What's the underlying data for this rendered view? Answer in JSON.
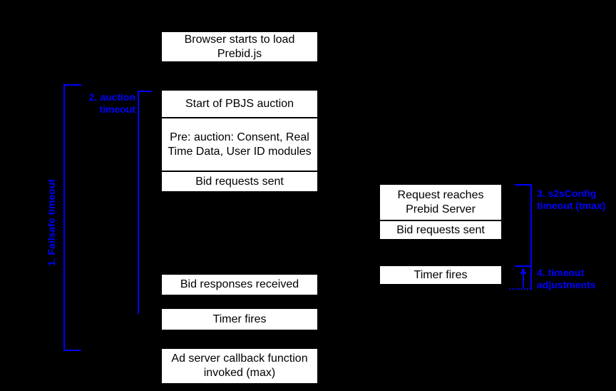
{
  "colors": {
    "background": "#000000",
    "box_background": "#ffffff",
    "box_text": "#000000",
    "box_divider": "#000000",
    "annotation_blue": "#0000ff"
  },
  "left_timeline": {
    "browser_load": "Browser starts to load Prebid.js",
    "auction_stack": {
      "start_auction": "Start of PBJS auction",
      "pre_auction": "Pre: auction: Consent, Real Time Data, User ID modules",
      "bid_requests_sent": "Bid requests sent"
    },
    "bid_responses_received": "Bid responses received",
    "timer_fires": "Timer fires",
    "ad_server_callback": "Ad server callback function invoked (max)"
  },
  "right_timeline": {
    "server_stack": {
      "request_reaches": "Request reaches Prebid Server",
      "bid_requests_sent": "Bid requests sent"
    },
    "timer_fires": "Timer fires"
  },
  "annotations": {
    "failsafe_timeout": "1. Failsafe timeout",
    "auction_timeout": "2. auction timeout",
    "s2s_timeout": "3. s2sConfig timeout (tmax)",
    "timeout_adjustments": "4. timeout adjustments"
  }
}
